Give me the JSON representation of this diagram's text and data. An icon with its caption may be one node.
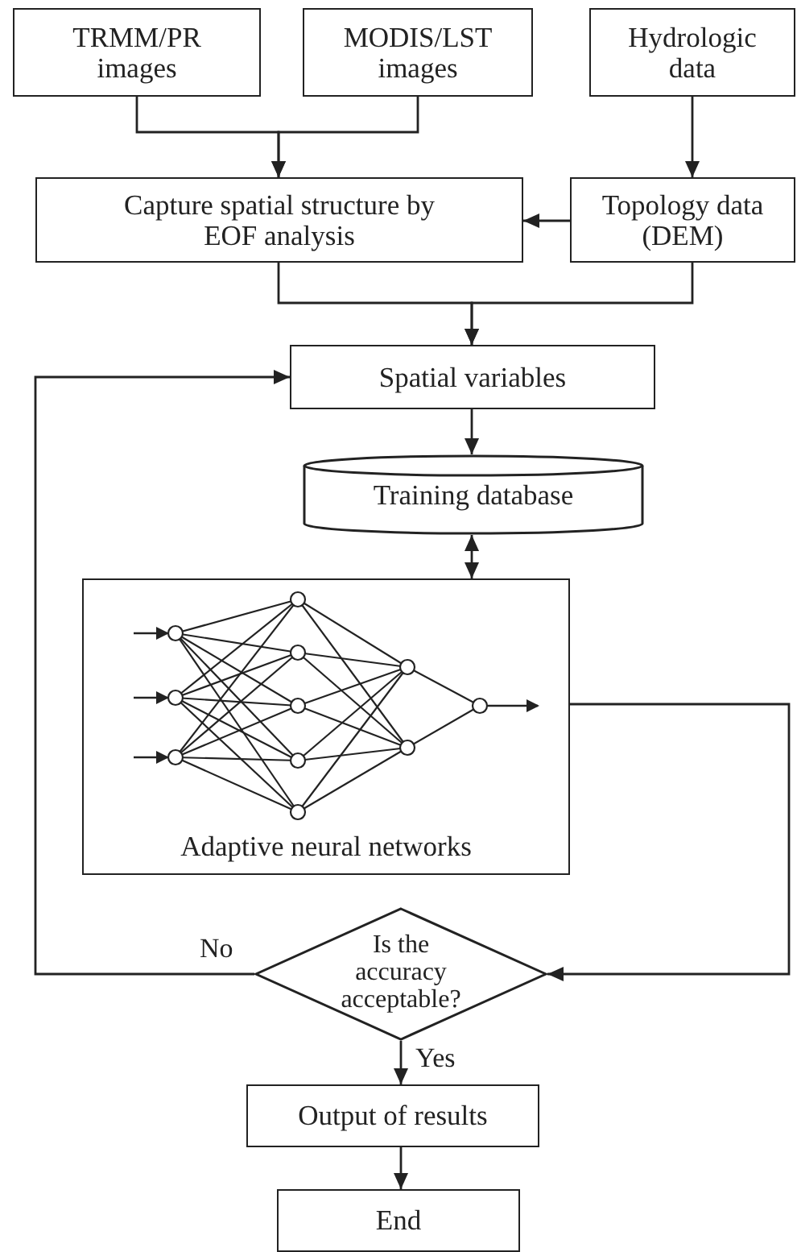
{
  "diagram": {
    "nodes": [
      {
        "text": [
          "TRMM/PR images"
        ]
      },
      {
        "text": [
          "MODIS/LST images"
        ]
      },
      {
        "text": [
          "Hydrologic data"
        ]
      },
      {
        "text": [
          "Capture spatial structure by EOF analysis"
        ]
      },
      {
        "text": [
          "Topology data (DEM)"
        ]
      },
      {
        "text": [
          "Spatial variables"
        ]
      },
      {
        "text": [
          "Training database"
        ]
      },
      {
        "text": [
          "Adaptive neural networks"
        ]
      },
      {
        "text": [
          "Is the accuracy acceptable?"
        ]
      },
      {
        "text": [
          "Output of results"
        ]
      },
      {
        "text": [
          "End"
        ]
      }
    ],
    "edges": [
      {
        "from": 0,
        "to": 3,
        "arrow": "to"
      },
      {
        "from": 1,
        "to": 3,
        "arrow": "to"
      },
      {
        "from": 2,
        "to": 4,
        "arrow": "to"
      },
      {
        "from": 4,
        "to": 3,
        "arrow": "to"
      },
      {
        "from": 3,
        "to": 5,
        "arrow": "to"
      },
      {
        "from": 4,
        "to": 5,
        "arrow": "to"
      },
      {
        "from": 5,
        "to": 6,
        "arrow": "to"
      },
      {
        "from": 6,
        "to": 7,
        "arrow": "both"
      },
      {
        "from": 7,
        "to": 8,
        "arrow": "to"
      },
      {
        "from": 8,
        "to": 5,
        "arrow": "to",
        "label": "No"
      },
      {
        "from": 8,
        "to": 9,
        "arrow": "to",
        "label": "Yes"
      },
      {
        "from": 9,
        "to": 10,
        "arrow": "to"
      }
    ]
  }
}
